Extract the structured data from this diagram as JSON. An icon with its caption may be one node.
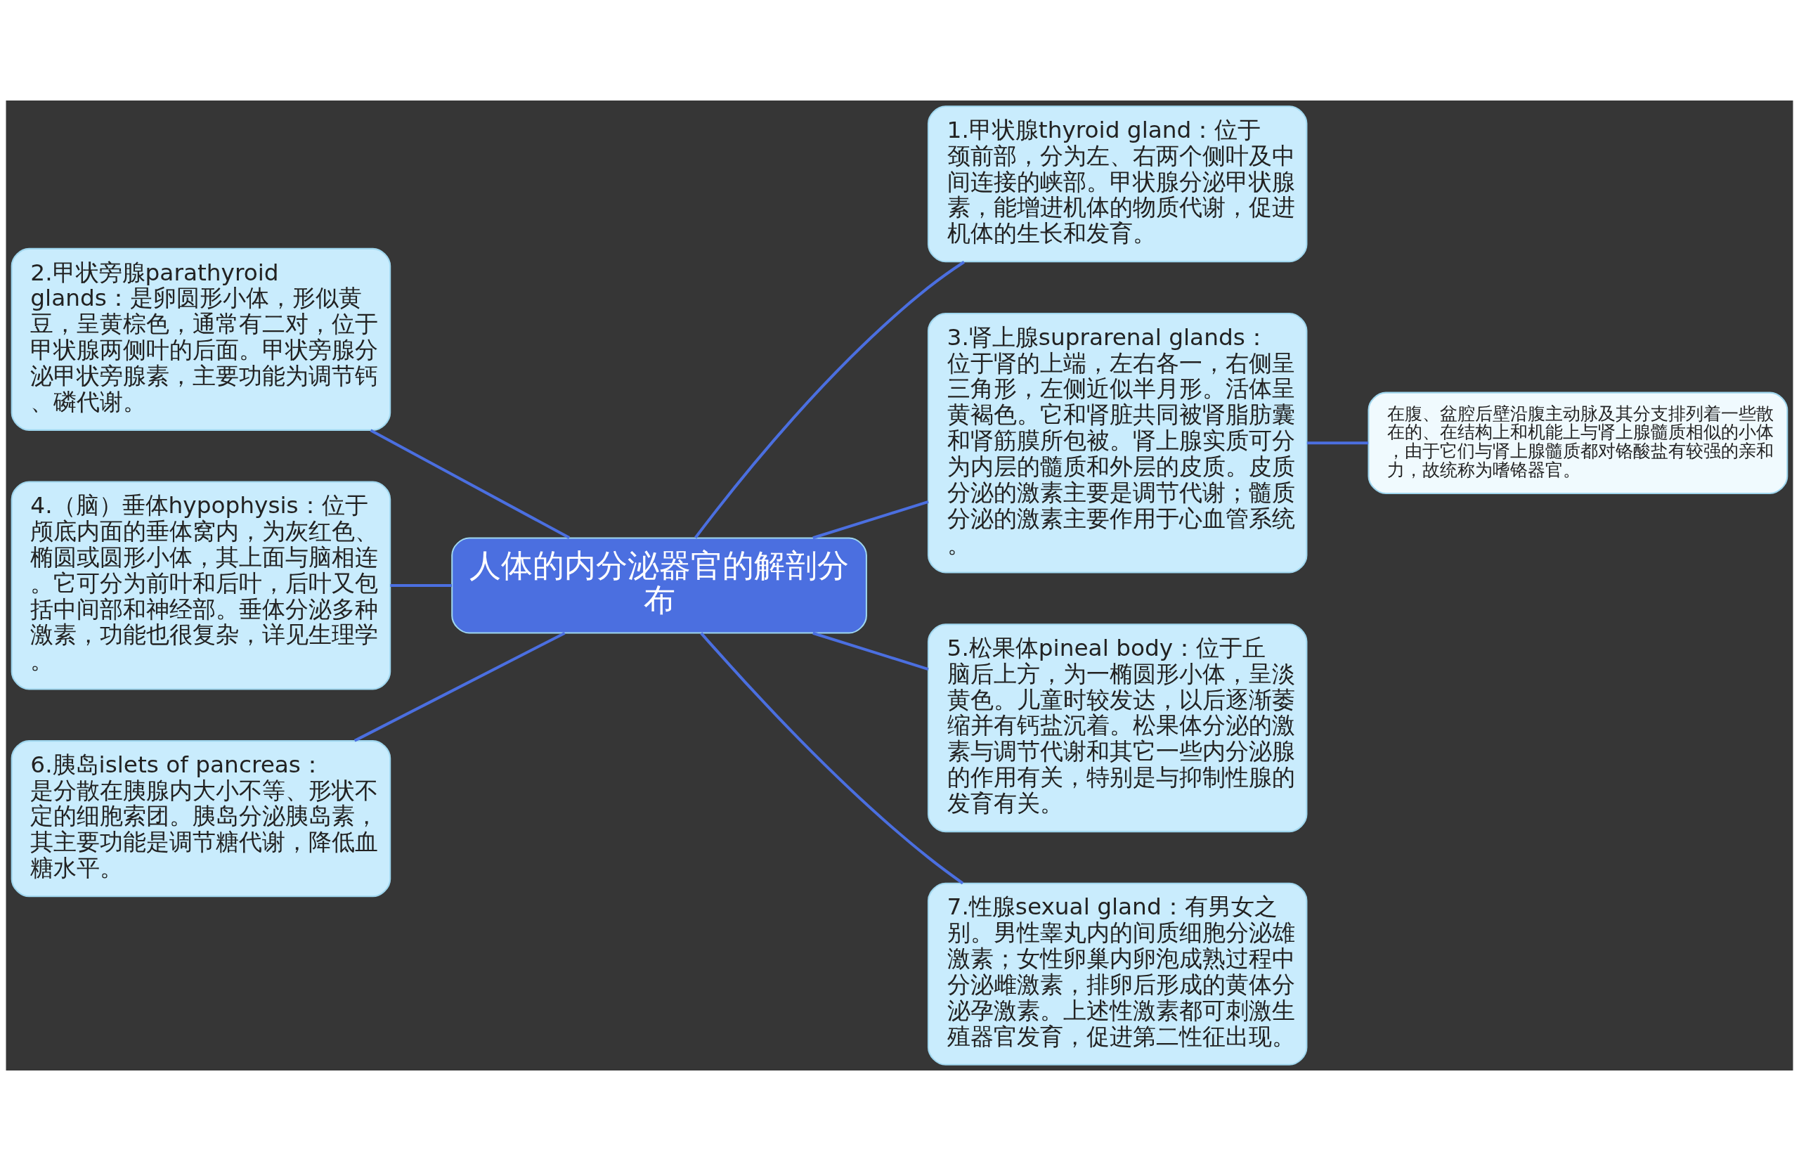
{
  "diagram": {
    "nodes": [
      {
        "text": [
          "人体的内分泌器官的解剖分布"
        ]
      },
      {
        "text": [
          "1.甲状腺thyroid gland：位于颈前部，分为左、右两个侧叶及中间连接的峡部。甲状腺分泌甲状腺素，能增进机体的物质代谢，促进机体的生长和发育。"
        ]
      },
      {
        "text": [
          "2.甲状旁腺parathyroid glands：是卵圆形小体，形似黄豆，呈黄棕色，通常有二对，位于甲状腺两侧叶的后面。甲状旁腺分泌甲状旁腺素，主要功能为调节钙、磷代谢。"
        ]
      },
      {
        "text": [
          "3.肾上腺suprarenal glands：位于肾的上端，左右各一，右侧呈三角形，左侧近似半月形。活体呈黄褐色。它和肾脏共同被肾脂肪囊和肾筋膜所包被。肾上腺实质可分为内层的髓质和外层的皮质。皮质分泌的激素主要是调节代谢；髓质分泌的激素主要作用于心血管系统。"
        ]
      },
      {
        "text": [
          "4.（脑）垂体hypophysis：位于颅底内面的垂体窝内，为灰红色、椭圆或圆形小体，其上面与脑相连。它可分为前叶和后叶，后叶又包括中间部和神经部。垂体分泌多种激素，功能也很复杂，详见生理学。"
        ]
      },
      {
        "text": [
          "5.松果体pineal body：位于丘脑后上方，为一椭圆形小体，呈淡黄色。儿童时较发达，以后逐渐萎缩并有钙盐沉着。松果体分泌的激素与调节代谢和其它一些内分泌腺的作用有关，特别是与抑制性腺的发育有关。"
        ]
      },
      {
        "text": [
          "6.胰岛islets of pancreas：是分散在胰腺内大小不等、形状不定的细胞索团。胰岛分泌胰岛素，其主要功能是调节糖代谢，降低血糖水平。"
        ]
      },
      {
        "text": [
          "7.性腺sexual gland：有男女之别。男性睾丸内的间质细胞分泌雄激素；女性卵巢内卵泡成熟过程中分泌雌激素，排卵后形成的黄体分泌孕激素。上述性激素都可刺激生殖器官发育，促进第二性征出现。"
        ]
      },
      {
        "text": [
          "在腹、盆腔后壁沿腹主动脉及其分支排列着一些散在的、在结构上和机能上与肾上腺髓质相似的小体，由于它们与肾上腺髓质都对铬酸盐有较强的亲和力，故统称为嗜铬器官。"
        ]
      }
    ],
    "edges": [
      {
        "from": 0,
        "to": 1,
        "arrow": "none"
      },
      {
        "from": 2,
        "to": 0,
        "arrow": "none"
      },
      {
        "from": 0,
        "to": 3,
        "arrow": "none"
      },
      {
        "from": 4,
        "to": 0,
        "arrow": "none"
      },
      {
        "from": 0,
        "to": 5,
        "arrow": "none"
      },
      {
        "from": 6,
        "to": 0,
        "arrow": "none"
      },
      {
        "from": 0,
        "to": 7,
        "arrow": "none"
      },
      {
        "from": 3,
        "to": 8,
        "arrow": "none"
      }
    ]
  }
}
